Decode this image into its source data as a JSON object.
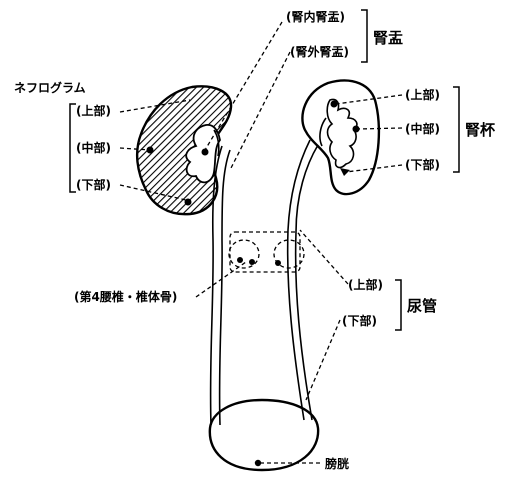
{
  "labels": {
    "renal_pelvis_inner": "(腎内腎盂)",
    "renal_pelvis_outer": "(腎外腎盂)",
    "renal_pelvis": "腎盂",
    "nephrogram": "ネフログラム",
    "nephro_upper": "(上部)",
    "nephro_middle": "(中部)",
    "nephro_lower": "(下部)",
    "calyx_upper": "(上部)",
    "calyx_middle": "(中部)",
    "calyx_lower": "(下部)",
    "calyx": "腎杯",
    "vertebra": "(第4腰椎・椎体骨)",
    "ureter_upper": "(上部)",
    "ureter_lower": "(下部)",
    "ureter": "尿管",
    "bladder": "膀胱"
  }
}
